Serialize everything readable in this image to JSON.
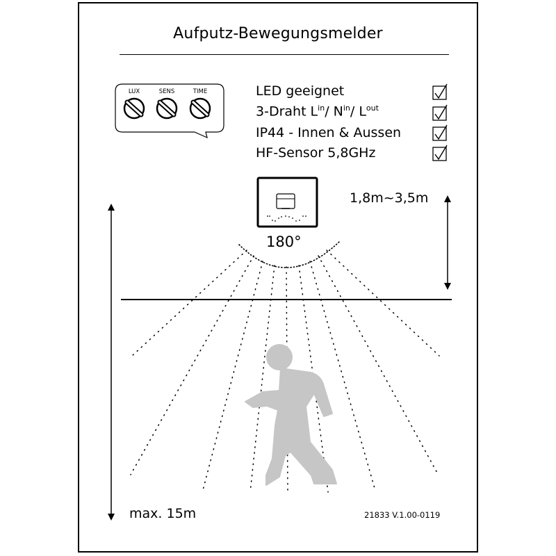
{
  "title": "Aufputz-Bewegungsmelder",
  "features": [
    {
      "text": "LED geeignet",
      "checked": true
    },
    {
      "text": "3-Draht L",
      "sup1": "in",
      "mid1": "/ N",
      "sup2": "in",
      "mid2": "/ L",
      "sup3": "out",
      "checked": true
    },
    {
      "text": "IP44 - Innen & Aussen",
      "checked": true
    },
    {
      "text": "HF-Sensor 5,8GHz",
      "checked": true
    }
  ],
  "knobs": [
    {
      "label": "LUX"
    },
    {
      "label": "SENS"
    },
    {
      "label": "TIME"
    }
  ],
  "mounting_height": "1,8m~3,5m",
  "max_range": "max. 15m",
  "detection_angle": "180°",
  "version": "21833 V.1.00-0119",
  "colors": {
    "figure": "#c6c6c6",
    "ink": "#000000"
  },
  "icons": {
    "checkbox": "checkmark-box-icon",
    "knob": "slotted-knob-icon",
    "sensor": "motion-sensor-icon",
    "person": "walking-person-icon"
  }
}
